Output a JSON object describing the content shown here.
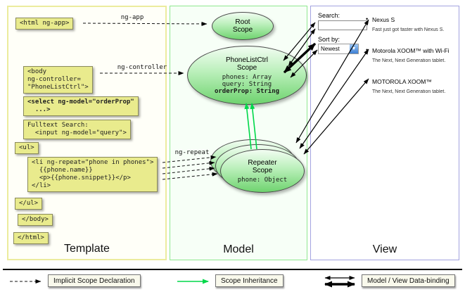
{
  "panels": {
    "template": {
      "label": "Template",
      "code_boxes": [
        {
          "text": "<html ng-app>"
        },
        {
          "text": "<body\nng-controller=\n\"PhoneListCtrl\">"
        },
        {
          "text": "<select ng-model=\"orderProp\"\n  ...>"
        },
        {
          "text": "Fulltext Search:\n  <input ng-model=\"query\">"
        },
        {
          "text": "<ul>"
        },
        {
          "text": "<li ng-repeat=\"phone in phones\">\n  {{phone.name}}\n  <p>{{phone.snippet}}</p>\n</li>"
        },
        {
          "text": "</ul>"
        },
        {
          "text": "</body>"
        },
        {
          "text": "</html>"
        }
      ]
    },
    "model": {
      "label": "Model",
      "root_scope": {
        "title": "Root\nScope"
      },
      "phonelistctrl_scope": {
        "title": "PhoneListCtrl\nScope",
        "properties": "phones: Array\nquery: String",
        "highlighted_property": "orderProp: String"
      },
      "repeater_scope": {
        "title": "Repeater\nScope",
        "properties": "phone: Object"
      }
    },
    "view": {
      "label": "View",
      "search_label": "Search:",
      "search_value": "",
      "sort_label": "Sort by:",
      "sort_selected": "Newest",
      "bullet_char": "•",
      "dropdown_icon": "▼",
      "phones": [
        {
          "name": "Nexus S",
          "snippet": "Fast just got faster with Nexus S."
        },
        {
          "name": "Motorola XOOM™ with Wi-Fi",
          "snippet": "The Next, Next Generation tablet."
        },
        {
          "name": "MOTOROLA XOOM™",
          "snippet": "The Next, Next Generation tablet."
        }
      ]
    }
  },
  "arrow_labels": {
    "ng_app": "ng-app",
    "ng_controller": "ng-controller",
    "ng_repeat": "ng-repeat"
  },
  "legend": {
    "implicit_scope": "Implicit Scope Declaration",
    "scope_inheritance": "Scope Inheritance",
    "data_binding": "Model / View Data-binding"
  },
  "colors": {
    "code_box_bg": "#e9eb8d",
    "template_border": "#ecec9e",
    "model_border": "#8fe88f",
    "view_border": "#a3a3e0",
    "scope_gradient_top": "#f2fdf2",
    "scope_gradient_bottom": "#6fd36f",
    "inheritance_green": "#00d84a"
  }
}
